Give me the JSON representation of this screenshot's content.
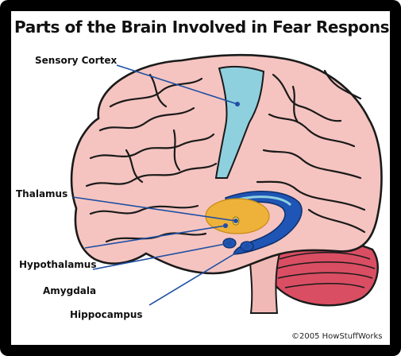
{
  "title": "Parts of the Brain Involved in Fear Response",
  "labels": {
    "sensory_cortex": "Sensory Cortex",
    "thalamus": "Thalamus",
    "hypothalamus": "Hypothalamus",
    "amygdala": "Amygdala",
    "hippocampus": "Hippocampus"
  },
  "copyright": "©2005 HowStuffWorks",
  "colors": {
    "brain": "#f5c4c0",
    "sensory_cortex": "#8fd0df",
    "thalamus": "#eeb23a",
    "hippocampus": "#1f55b4",
    "cerebellum": "#d94e63",
    "leader": "#1f4fa3"
  }
}
